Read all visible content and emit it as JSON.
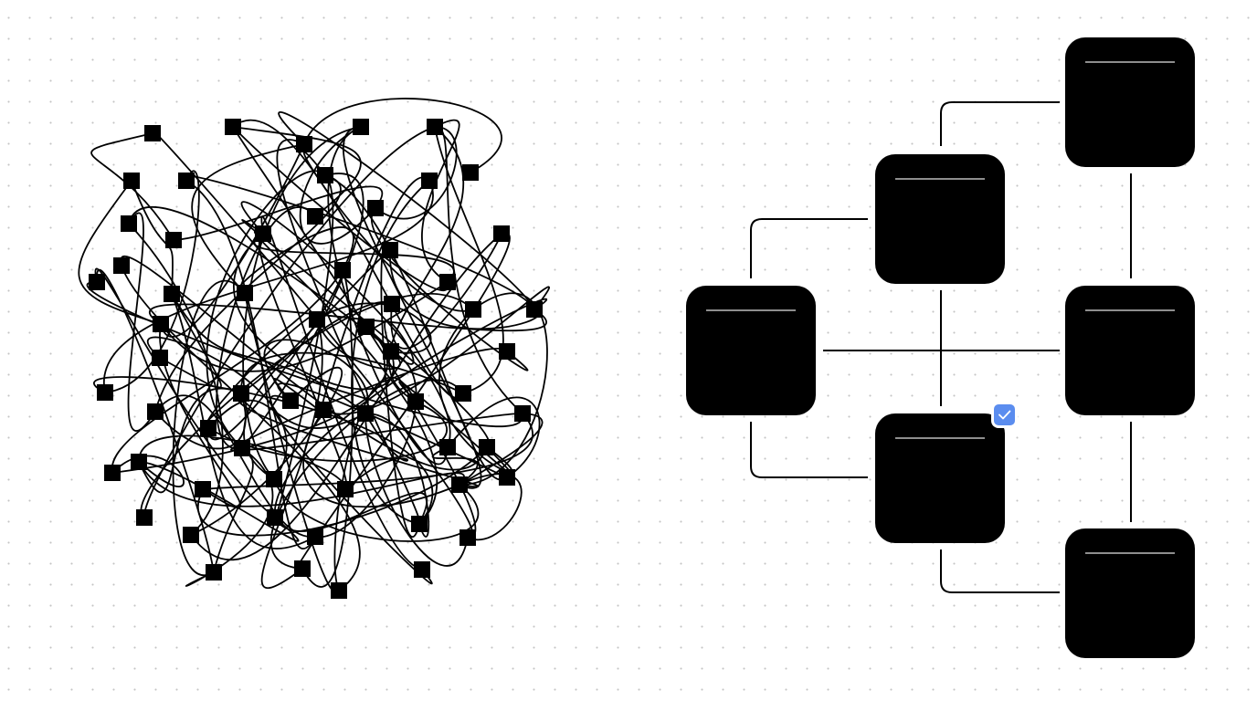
{
  "colors": {
    "background": "#ffffff",
    "grid_dot": "#c4c4c4",
    "node": "#000000",
    "edge": "#000000",
    "card_line": "#bdbdbd",
    "check_badge": "#5b8def"
  },
  "left_graph": {
    "description_shown": false,
    "node_shape": "square",
    "node_count": 62
  },
  "right_diagram": {
    "card_count": 6,
    "selected_card_icon": "check-icon"
  }
}
